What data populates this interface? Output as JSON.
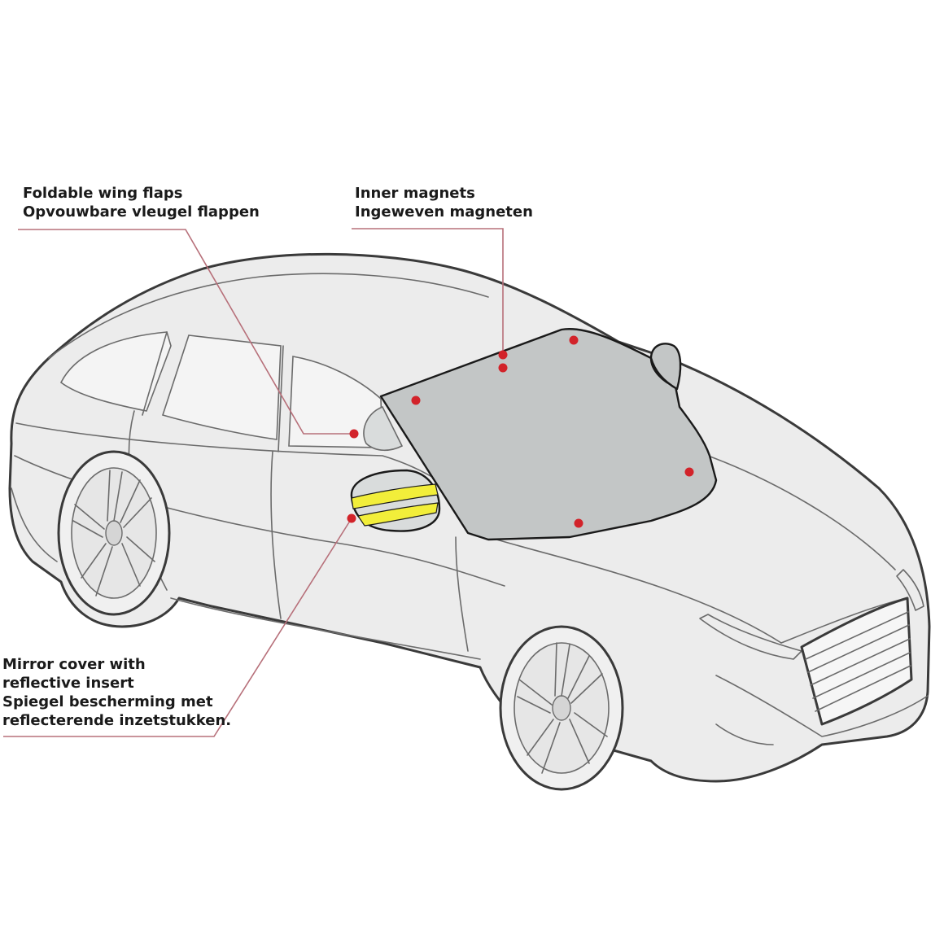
{
  "callouts": {
    "wing_flaps": {
      "line1": "Foldable wing flaps",
      "line2": "Opvouwbare vleugel flappen"
    },
    "magnets": {
      "line1": "Inner magnets",
      "line2": "Ingeweven magneten"
    },
    "mirror": {
      "line1": "Mirror cover with",
      "line2": "reflective insert",
      "line3": "Spiegel bescherming met",
      "line4": "reflecterende inzetstukken."
    }
  },
  "colors": {
    "leader_line": "#b7707a",
    "marker_dot": "#d2232a",
    "windshield_cover": "#c3c6c6",
    "reflective_stripe": "#f2ee3a",
    "car_outline": "#3a3a3a",
    "car_body": "#ececec"
  }
}
